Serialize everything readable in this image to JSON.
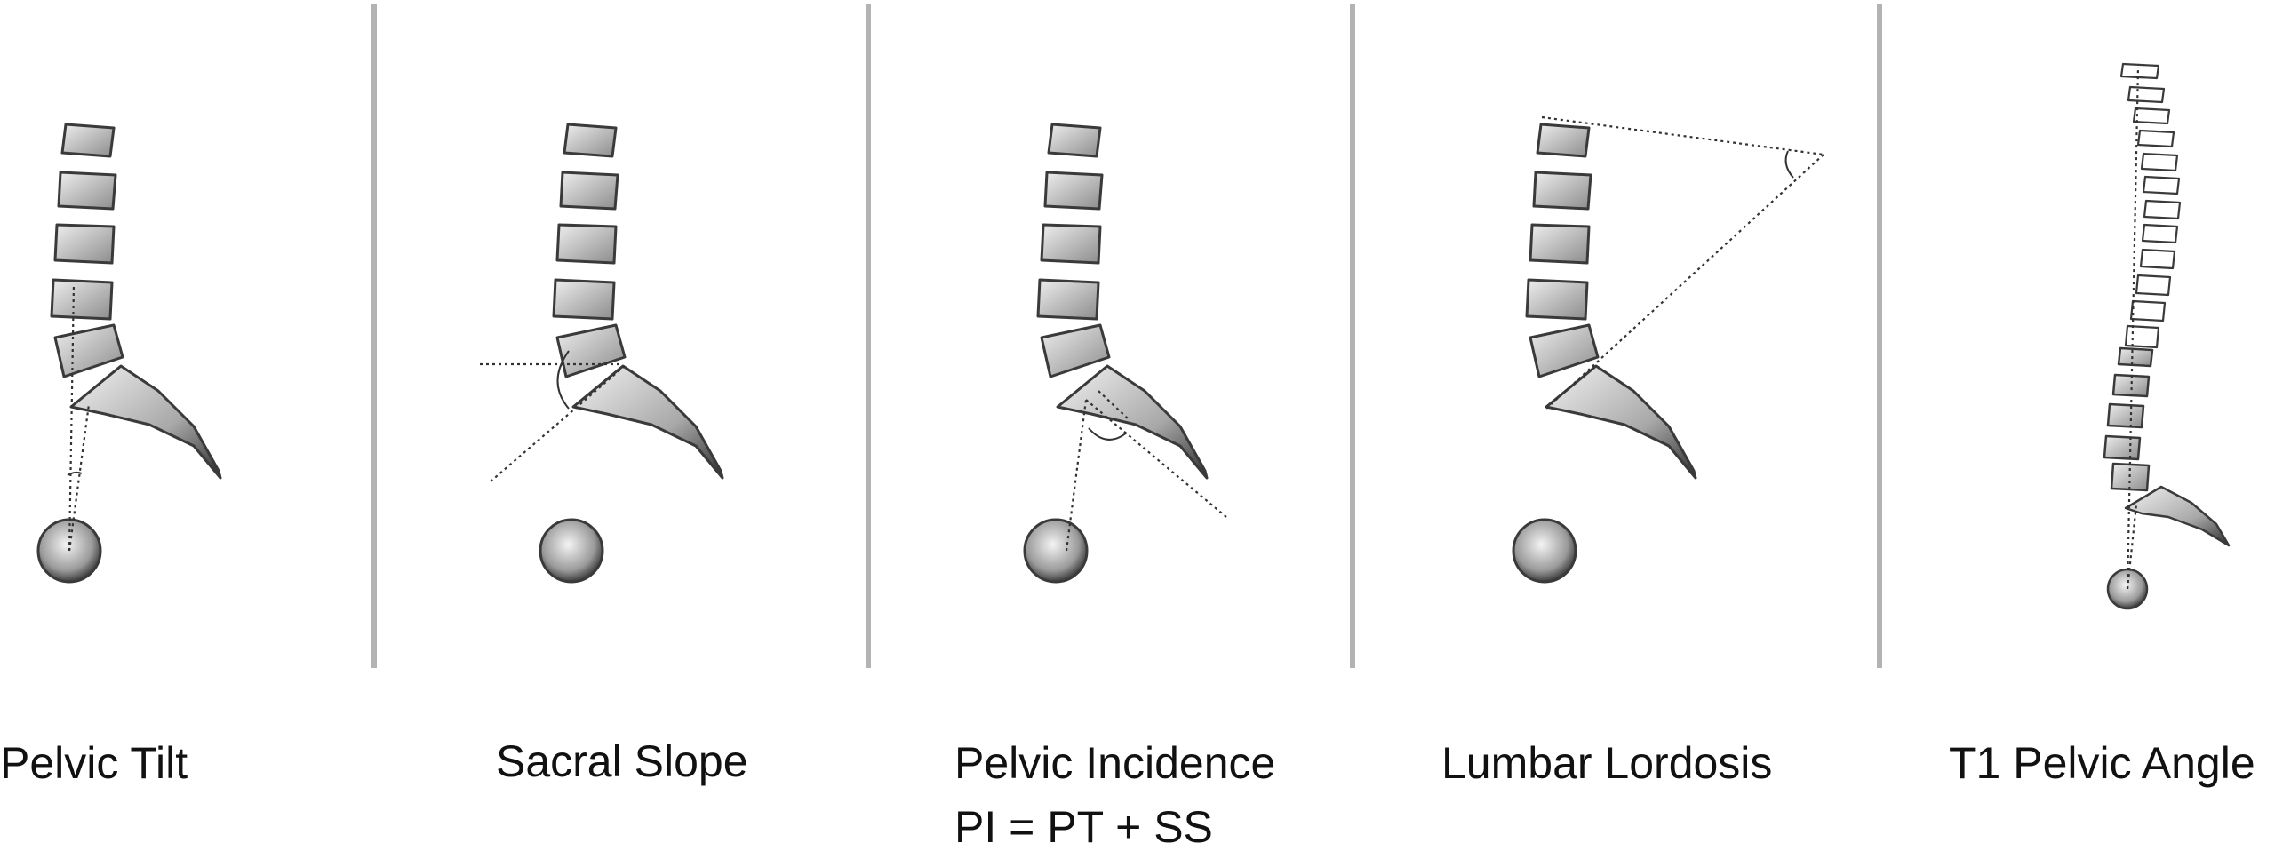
{
  "panels": [
    {
      "id": "pelvic-tilt",
      "title": "Pelvic Tilt",
      "subtitle": ""
    },
    {
      "id": "sacral-slope",
      "title": "Sacral Slope",
      "subtitle": ""
    },
    {
      "id": "pelvic-incidence",
      "title": "Pelvic Incidence",
      "subtitle": "PI = PT + SS"
    },
    {
      "id": "lumbar-lordosis",
      "title": "Lumbar Lordosis",
      "subtitle": ""
    },
    {
      "id": "t1-pelvic-angle",
      "title": "T1 Pelvic Angle",
      "subtitle": ""
    }
  ],
  "colors": {
    "divider": "#b3b3b3",
    "bone_fill": "#d9d9d9",
    "bone_edge": "#3a3a3a",
    "measure_line": "#333333",
    "text": "#111111"
  }
}
